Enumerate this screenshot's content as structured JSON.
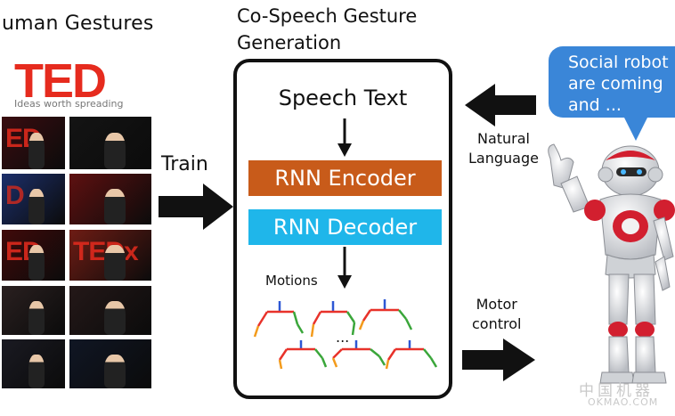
{
  "left": {
    "title": "uman Gestures",
    "logo": "TED",
    "tagline": "Ideas worth spreading",
    "photos": [
      {
        "bg": "#3a0d10",
        "accent": "#e62b1e",
        "letters": "ED"
      },
      {
        "bg": "#141414",
        "accent": "#e62b1e",
        "letters": ""
      },
      {
        "bg": "#1c2f6a",
        "accent": "#c92a20",
        "letters": "D"
      },
      {
        "bg": "#5e1010",
        "accent": "#d93a6a",
        "letters": ""
      },
      {
        "bg": "#400a0a",
        "accent": "#e62b1e",
        "letters": "ED"
      },
      {
        "bg": "#6e1c14",
        "accent": "#e62b1e",
        "letters": "TEDx"
      },
      {
        "bg": "#2a2020",
        "accent": "#4d3a2a",
        "letters": ""
      },
      {
        "bg": "#241818",
        "accent": "#e62b1e",
        "letters": ""
      },
      {
        "bg": "#1a1a22",
        "accent": "#3a2a2a",
        "letters": ""
      },
      {
        "bg": "#101624",
        "accent": "#2a4070",
        "letters": ""
      }
    ]
  },
  "train_label": "Train",
  "panel": {
    "title_line1": "Co-Speech Gesture",
    "title_line2": "Generation",
    "speech_text": "Speech Text",
    "encoder": "RNN Encoder",
    "decoder": "RNN Decoder",
    "motions_label": "Motions",
    "ellipsis": "..."
  },
  "right": {
    "bubble_line1": "Social robot",
    "bubble_line2": "are coming",
    "bubble_line3": "and ...",
    "natural_line1": "Natural",
    "natural_line2": "Language",
    "motor_line1": "Motor",
    "motor_line2": "control"
  },
  "watermark": {
    "cn": "中国机器",
    "en": "OKMAO.COM"
  },
  "colors": {
    "ted_red": "#e62b1e",
    "encoder": "#c85b1a",
    "decoder": "#1fb6ea",
    "bubble": "#3a86d8",
    "robot_red": "#d21f2f",
    "skeleton_red": "#e8322a",
    "skeleton_green": "#3aa63a",
    "skeleton_blue": "#2d57d4",
    "skeleton_orange": "#f39b1c"
  }
}
